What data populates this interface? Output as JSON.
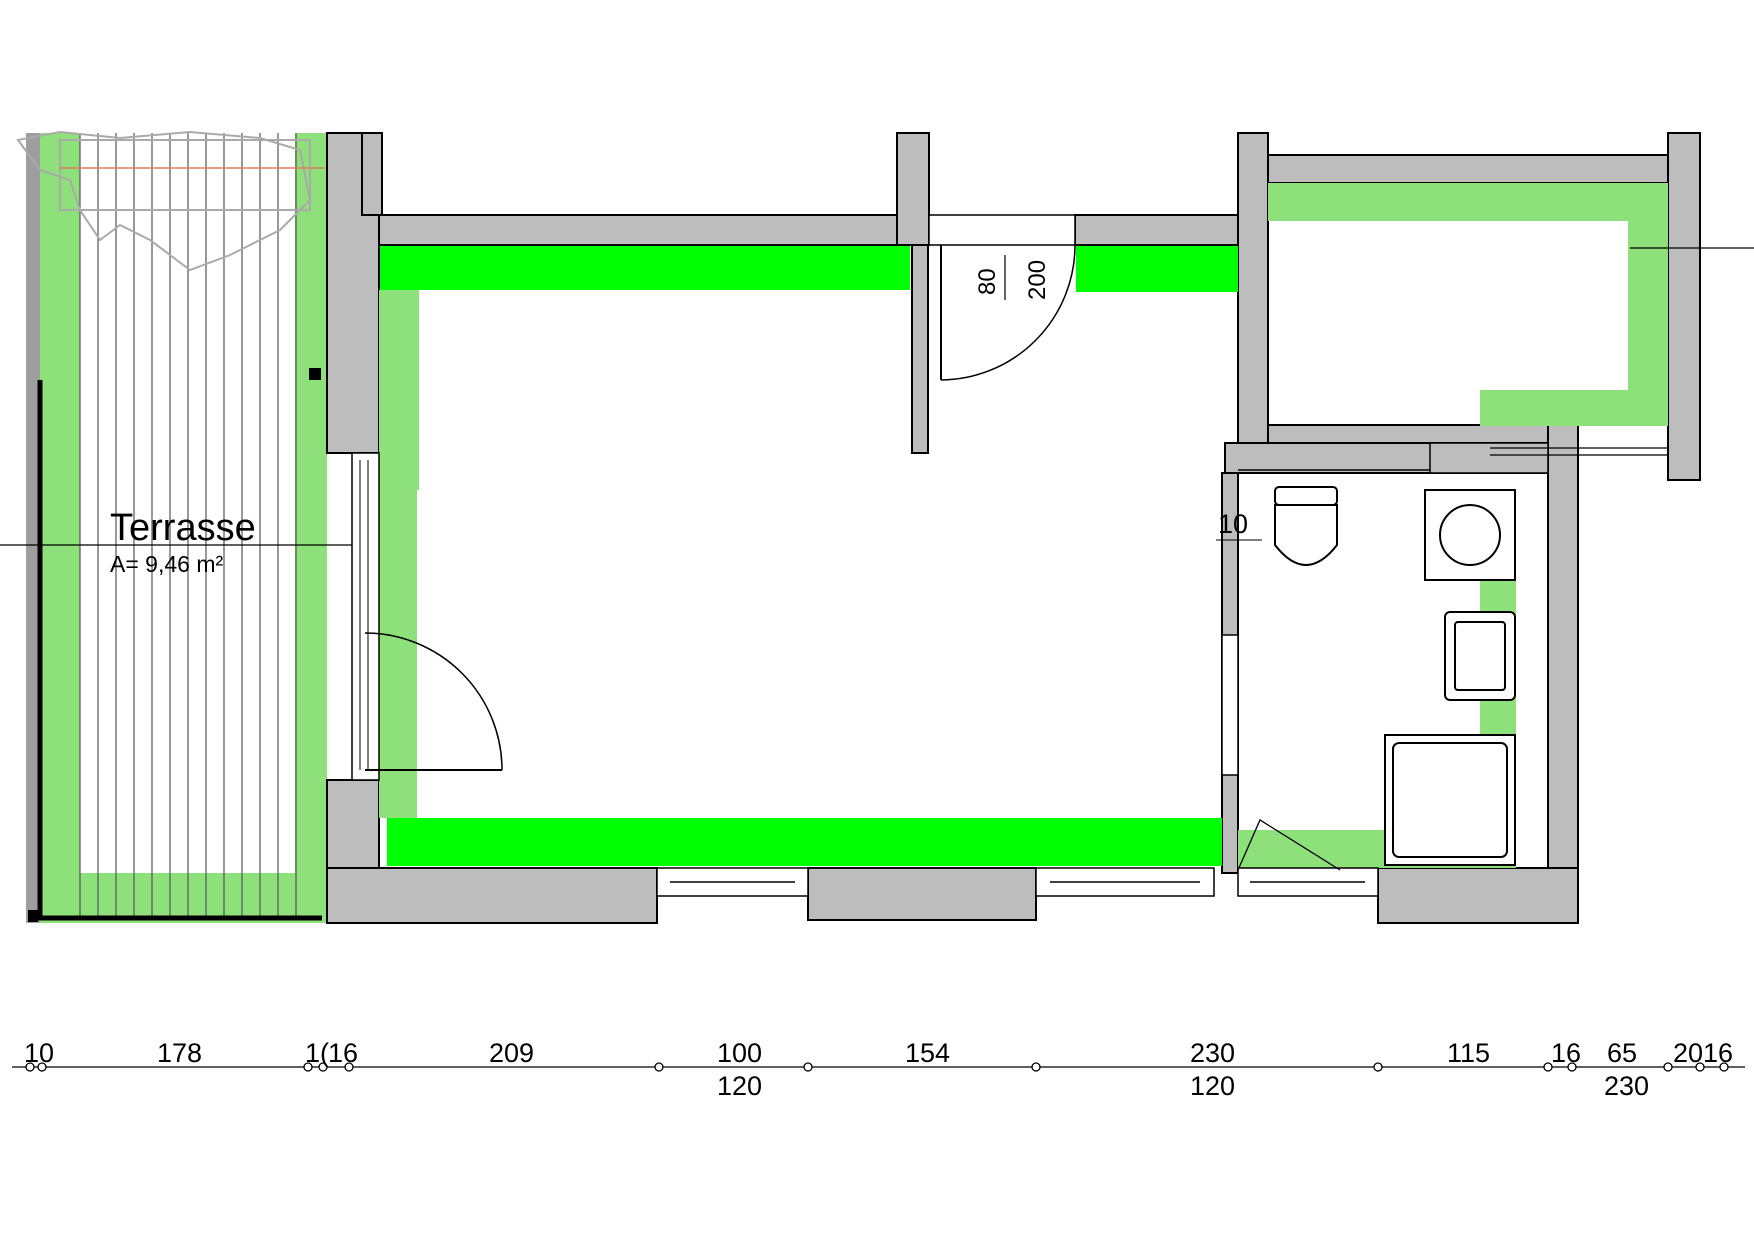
{
  "rooms": {
    "terrace": {
      "name": "Terrasse",
      "area": "A= 9,46 m²"
    }
  },
  "door": {
    "width": "80",
    "height": "200"
  },
  "wall_marker": "10",
  "dimensions": {
    "top": [
      "10",
      "178",
      "1(",
      "16",
      "209",
      "100",
      "154",
      "230",
      "115",
      "16",
      "65",
      "20",
      "16"
    ],
    "bottom": [
      "120",
      "120",
      "230"
    ]
  },
  "colors": {
    "wall": "#bdbdbd",
    "insulation_bright": "#00ff00",
    "floor_highlight": "#8ee07a",
    "line": "#000000"
  }
}
